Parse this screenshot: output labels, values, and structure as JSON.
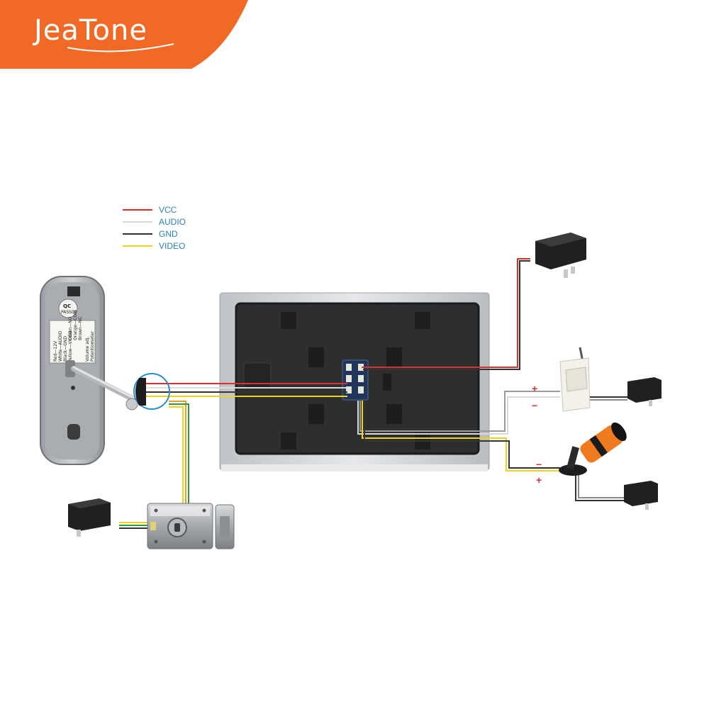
{
  "brand": {
    "name": "JeaTone",
    "color": "#f06a25"
  },
  "legend": [
    {
      "label": "VCC",
      "color": "#d8322c"
    },
    {
      "label": "AUDIO",
      "color": "#d9d9d9"
    },
    {
      "label": "GND",
      "color": "#333333"
    },
    {
      "label": "VIDEO",
      "color": "#f2d21b"
    }
  ],
  "door_station": {
    "qc_label": "QC",
    "qc_code": "PASS02",
    "label_lines": [
      "Red—12V",
      "White—AUDIO",
      "Black—GND",
      "Yellow—VIDEO",
      "Green—NO",
      "Orange—COM",
      "Brown—NC"
    ],
    "volume_label": "Volume adj.",
    "pot_label": "Potentiometer"
  },
  "polarity": {
    "sensor_plus": "+",
    "sensor_minus": "−",
    "camera_minus": "−",
    "camera_plus": "+"
  },
  "icons": [
    "power-adapter-icon",
    "motion-sensor-icon",
    "cctv-camera-icon",
    "electric-lock-icon",
    "door-station-icon",
    "monitor-icon"
  ]
}
